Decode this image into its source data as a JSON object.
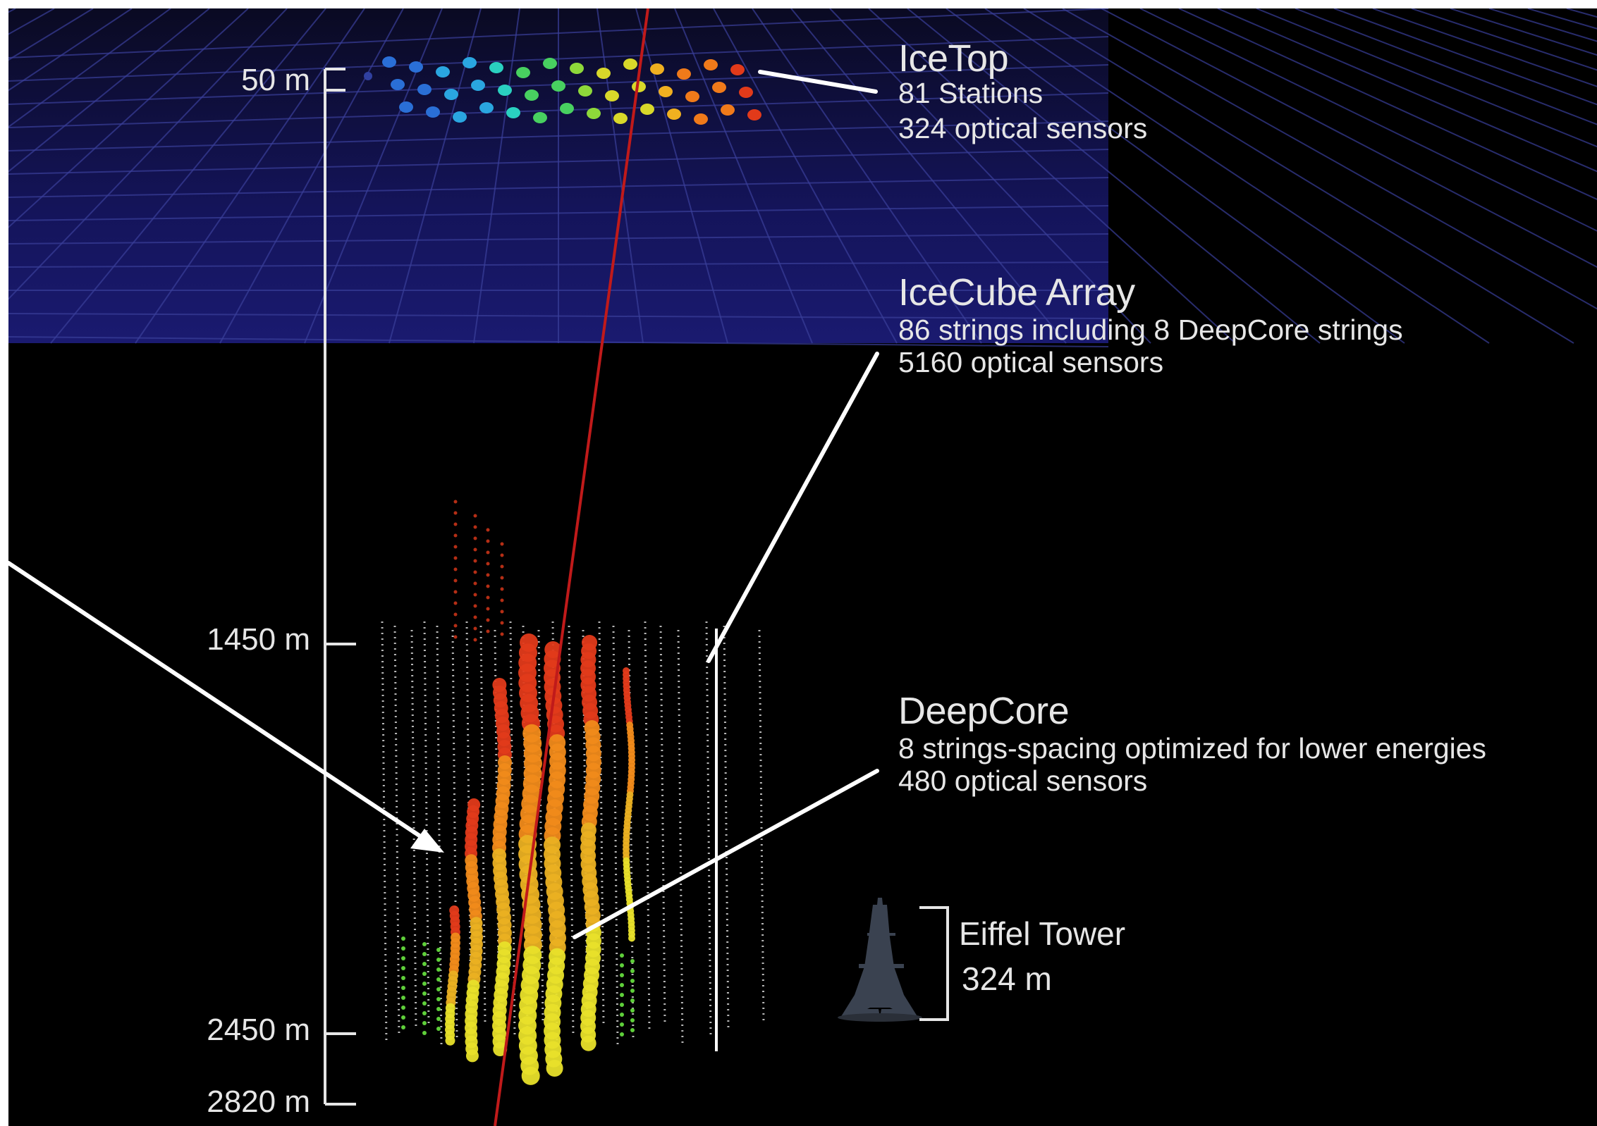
{
  "depth_scale": {
    "ticks": [
      {
        "label": "50 m"
      },
      {
        "label": "1450 m"
      },
      {
        "label": "2450 m"
      },
      {
        "label": "2820 m"
      }
    ]
  },
  "icetop": {
    "title": "IceTop",
    "line1": "81 Stations",
    "line2": "324 optical sensors"
  },
  "icecube_array": {
    "title": "IceCube Array",
    "line1": "86 strings including 8 DeepCore strings",
    "line2": "5160 optical sensors"
  },
  "deepcore": {
    "title": "DeepCore",
    "line1": "8 strings-spacing optimized for lower energies",
    "line2": "480 optical sensors"
  },
  "eiffel_tower": {
    "title": "Eiffel Tower",
    "height": "324 m"
  },
  "colors": {
    "background": "#000000",
    "surface_grid": "#3a3f9a",
    "track": "#c01a1a",
    "callout": "#ffffff",
    "sensor_blue": "#2a6fd6",
    "sensor_green": "#5fcf3a",
    "sensor_yellow": "#e8e02a",
    "sensor_orange": "#f08a1a",
    "sensor_red": "#e23a1a"
  },
  "icons": {
    "eiffel": "eiffel-tower-icon"
  }
}
